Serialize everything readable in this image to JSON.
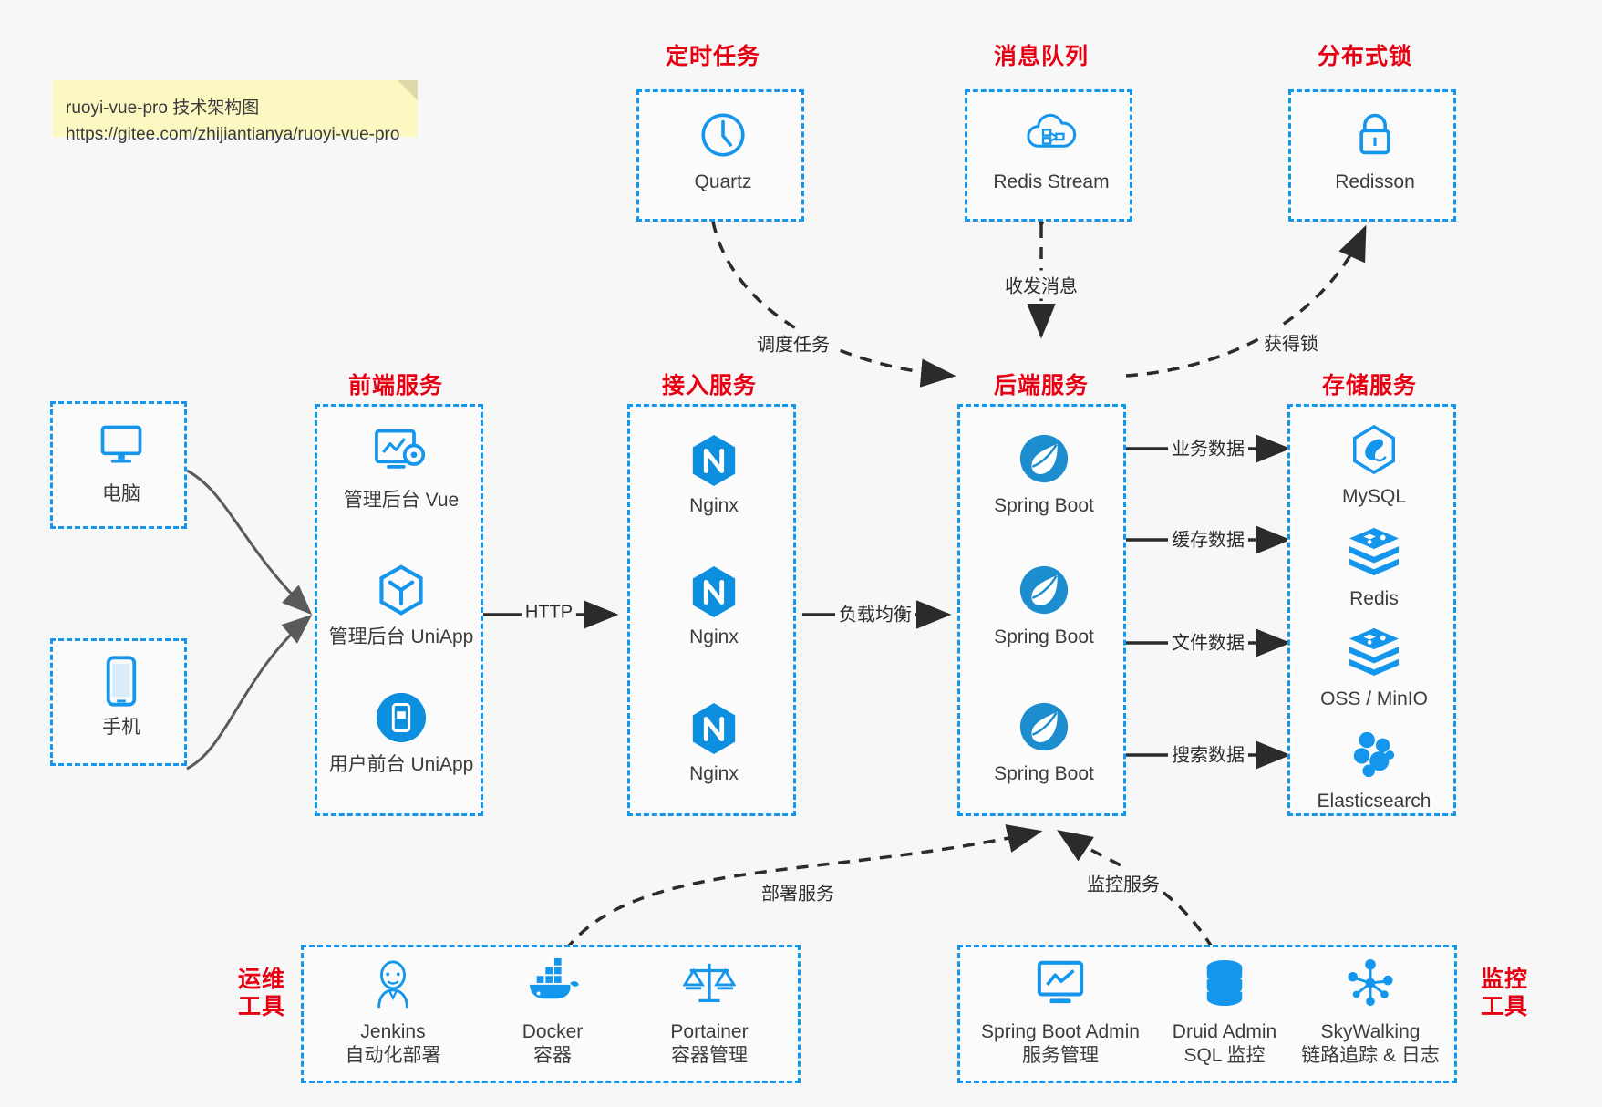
{
  "note": {
    "line1": "ruoyi-vue-pro 技术架构图",
    "line2": "https://gitee.com/zhijiantianya/ruoyi-vue-pro"
  },
  "colors": {
    "accent_blue": "#1496ed",
    "caption_red": "#e60012",
    "note_yellow": "#fbf8c2",
    "background": "#f7f7f7",
    "wire_dark": "#2b2b2b",
    "wire_grey": "#5a5a5a"
  },
  "captions": {
    "scheduled_task": "定时任务",
    "message_queue": "消息队列",
    "distributed_lock": "分布式锁",
    "frontend_service": "前端服务",
    "gateway_service": "接入服务",
    "backend_service": "后端服务",
    "storage_service": "存储服务",
    "ops_tools_l1": "运维",
    "ops_tools_l2": "工具",
    "monitor_tools_l1": "监控",
    "monitor_tools_l2": "工具"
  },
  "top_boxes": [
    {
      "id": "quartz",
      "label": "Quartz",
      "icon": "clock-icon"
    },
    {
      "id": "redis-stream",
      "label": "Redis Stream",
      "icon": "cloud-stream-icon"
    },
    {
      "id": "redisson",
      "label": "Redisson",
      "icon": "lock-icon"
    }
  ],
  "clients": [
    {
      "id": "pc",
      "label": "电脑",
      "icon": "desktop-icon"
    },
    {
      "id": "mobile",
      "label": "手机",
      "icon": "phone-icon"
    }
  ],
  "frontend_nodes": [
    {
      "id": "admin-vue",
      "label": "管理后台 Vue",
      "icon": "dashboard-gear-icon"
    },
    {
      "id": "admin-uniapp",
      "label": "管理后台 UniApp",
      "icon": "cube-icon"
    },
    {
      "id": "user-uniapp",
      "label": "用户前台 UniApp",
      "icon": "mobile-app-icon"
    }
  ],
  "gateway_nodes": [
    {
      "id": "nginx-1",
      "label": "Nginx",
      "icon": "nginx-icon"
    },
    {
      "id": "nginx-2",
      "label": "Nginx",
      "icon": "nginx-icon"
    },
    {
      "id": "nginx-3",
      "label": "Nginx",
      "icon": "nginx-icon"
    }
  ],
  "backend_nodes": [
    {
      "id": "springboot-1",
      "label": "Spring Boot",
      "icon": "spring-leaf-icon"
    },
    {
      "id": "springboot-2",
      "label": "Spring Boot",
      "icon": "spring-leaf-icon"
    },
    {
      "id": "springboot-3",
      "label": "Spring Boot",
      "icon": "spring-leaf-icon"
    }
  ],
  "storage_nodes": [
    {
      "id": "mysql",
      "label": "MySQL",
      "icon": "mysql-dolphin-icon"
    },
    {
      "id": "redis",
      "label": "Redis",
      "icon": "redis-stack-icon"
    },
    {
      "id": "oss-minio",
      "label": "OSS / MinIO",
      "icon": "redis-stack-icon"
    },
    {
      "id": "elasticsearch",
      "label": "Elasticsearch",
      "icon": "elasticsearch-icon"
    }
  ],
  "ops_nodes": [
    {
      "id": "jenkins",
      "label": "Jenkins",
      "sub": "自动化部署",
      "icon": "jenkins-butler-icon"
    },
    {
      "id": "docker",
      "label": "Docker",
      "sub": "容器",
      "icon": "docker-whale-icon"
    },
    {
      "id": "portainer",
      "label": "Portainer",
      "sub": "容器管理",
      "icon": "scales-icon"
    }
  ],
  "monitor_nodes": [
    {
      "id": "spring-boot-admin",
      "label": "Spring Boot Admin",
      "sub": "服务管理",
      "icon": "monitor-chart-icon"
    },
    {
      "id": "druid-admin",
      "label": "Druid Admin",
      "sub": "SQL 监控",
      "icon": "database-icon"
    },
    {
      "id": "skywalking",
      "label": "SkyWalking",
      "sub": "链路追踪 & 日志",
      "icon": "skywalking-node-icon"
    }
  ],
  "edge_labels": {
    "schedule_task": "调度任务",
    "send_receive_message": "收发消息",
    "acquire_lock": "获得锁",
    "http": "HTTP",
    "load_balance": "负载均衡",
    "business_data": "业务数据",
    "cache_data": "缓存数据",
    "file_data": "文件数据",
    "search_data": "搜索数据",
    "deploy_service": "部署服务",
    "monitor_service": "监控服务"
  }
}
